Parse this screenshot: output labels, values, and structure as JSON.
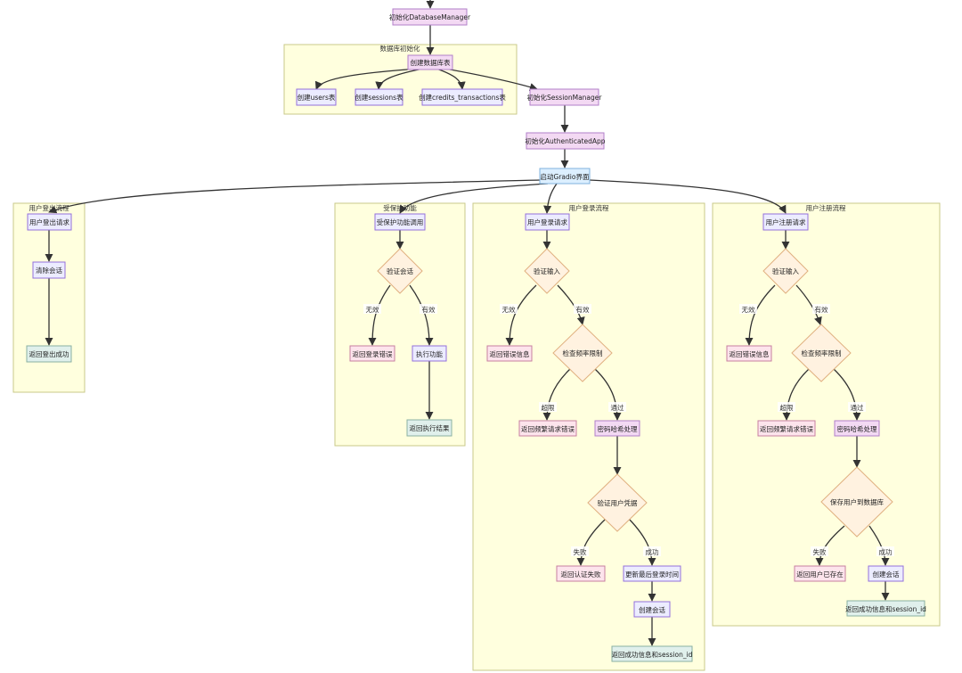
{
  "colors": {
    "purple_fill": "#f3d9f3",
    "purple_stroke": "#b27fc8",
    "blue_fill": "#dcefff",
    "blue_stroke": "#7fb2dc",
    "lavender_fill": "#ececff",
    "lavender_stroke": "#9370db",
    "pink_fill": "#fde4ec",
    "pink_stroke": "#c77fa0",
    "green_fill": "#e0f0ec",
    "green_stroke": "#8ab0a2",
    "diamond_fill": "#fff2e0",
    "diamond_stroke": "#e0b080",
    "subgraph_fill": "#ffffde",
    "edge": "#333333"
  },
  "subgraphs": {
    "db": "数据库初始化",
    "logout": "用户登出流程",
    "protected": "受保护功能",
    "login": "用户登录流程",
    "register": "用户注册流程"
  },
  "nodes": {
    "init_db": "初始化DatabaseManager",
    "create_db": "创建数据库表",
    "users_tbl": "创建users表",
    "sessions_tbl": "创建sessions表",
    "credits_tbl": "创建credits_transactions表",
    "init_session": "初始化SessionManager",
    "init_app": "初始化AuthenticatedApp",
    "gradio": "启动Gradio界面",
    "lo_req": "用户登出请求",
    "lo_clear": "清除会话",
    "lo_ok": "返回登出成功",
    "pr_call": "受保护功能调用",
    "pr_check": "验证会话",
    "pr_err": "返回登录错误",
    "pr_exec": "执行功能",
    "pr_result": "返回执行结果",
    "li_req": "用户登录请求",
    "li_validate": "验证输入",
    "li_err": "返回错误信息",
    "li_rate": "检查频率限制",
    "li_freq": "返回频繁请求错误",
    "li_hash": "密码哈希处理",
    "li_cred": "验证用户凭据",
    "li_fail": "返回认证失败",
    "li_update": "更新最后登录时间",
    "li_session": "创建会话",
    "li_success": "返回成功信息和session_id",
    "rg_req": "用户注册请求",
    "rg_validate": "验证输入",
    "rg_err": "返回错误信息",
    "rg_rate": "检查频率限制",
    "rg_freq": "返回频繁请求错误",
    "rg_hash": "密码哈希处理",
    "rg_save": "保存用户到数据库",
    "rg_exists": "返回用户已存在",
    "rg_session": "创建会话",
    "rg_success": "返回成功信息和session_id"
  },
  "edge_labels": {
    "invalid": "无效",
    "valid": "有效",
    "exceeded": "超限",
    "passed": "通过",
    "failed": "失败",
    "success": "成功"
  }
}
